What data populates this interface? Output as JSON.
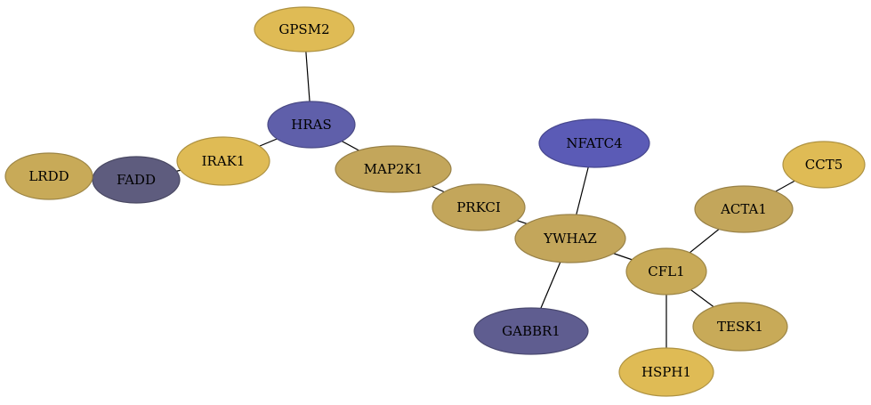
{
  "colors": {
    "gold": "#dfbb55",
    "khaki": "#c8aa58",
    "olive_gold": "#c3a65b",
    "blue": "#5f5faa",
    "bright_blue": "#5b5bb6",
    "slate_blue": "#5f5d90",
    "dark_slate": "#5e5c7e"
  },
  "nodes": [
    {
      "id": "GPSM2",
      "label": "GPSM2"
    },
    {
      "id": "HRAS",
      "label": "HRAS"
    },
    {
      "id": "IRAK1",
      "label": "IRAK1"
    },
    {
      "id": "FADD",
      "label": "FADD"
    },
    {
      "id": "LRDD",
      "label": "LRDD"
    },
    {
      "id": "MAP2K1",
      "label": "MAP2K1"
    },
    {
      "id": "PRKCI",
      "label": "PRKCI"
    },
    {
      "id": "NFATC4",
      "label": "NFATC4"
    },
    {
      "id": "YWHAZ",
      "label": "YWHAZ"
    },
    {
      "id": "GABBR1",
      "label": "GABBR1"
    },
    {
      "id": "CFL1",
      "label": "CFL1"
    },
    {
      "id": "ACTA1",
      "label": "ACTA1"
    },
    {
      "id": "CCT5",
      "label": "CCT5"
    },
    {
      "id": "TESK1",
      "label": "TESK1"
    },
    {
      "id": "HSPH1",
      "label": "HSPH1"
    }
  ],
  "edges": [
    [
      "GPSM2",
      "HRAS"
    ],
    [
      "HRAS",
      "IRAK1"
    ],
    [
      "HRAS",
      "MAP2K1"
    ],
    [
      "IRAK1",
      "FADD"
    ],
    [
      "FADD",
      "LRDD"
    ],
    [
      "MAP2K1",
      "PRKCI"
    ],
    [
      "PRKCI",
      "YWHAZ"
    ],
    [
      "NFATC4",
      "YWHAZ"
    ],
    [
      "YWHAZ",
      "GABBR1"
    ],
    [
      "YWHAZ",
      "CFL1"
    ],
    [
      "CFL1",
      "ACTA1"
    ],
    [
      "ACTA1",
      "CCT5"
    ],
    [
      "CFL1",
      "TESK1"
    ],
    [
      "CFL1",
      "HSPH1"
    ]
  ]
}
